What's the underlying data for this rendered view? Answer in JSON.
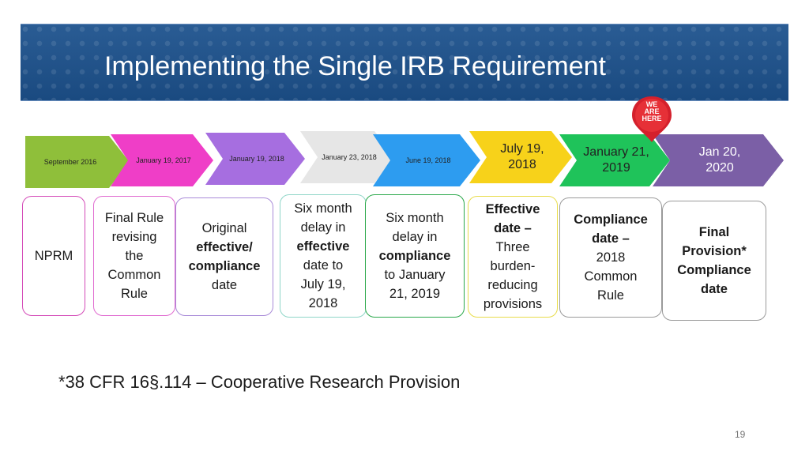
{
  "header": {
    "title": "Implementing the Single IRB Requirement"
  },
  "marker": {
    "line1": "WE",
    "line2": "ARE",
    "line3": "HERE"
  },
  "timeline": [
    {
      "date": "September 2016",
      "color": "#8fbf3a"
    },
    {
      "date": "January 19, 2017",
      "color": "#ef3ec7"
    },
    {
      "date": "January 19, 2018",
      "color": "#a66ee0"
    },
    {
      "date": "January 23, 2018",
      "color": "#e6e6e6"
    },
    {
      "date": "June 19, 2018",
      "color": "#2d9cf0"
    },
    {
      "date": "July 19, 2018",
      "color": "#f7d21a"
    },
    {
      "date": "January 21, 2019",
      "color": "#1fc35a"
    },
    {
      "date": "Jan 20, 2020",
      "color": "#7b5fa6"
    }
  ],
  "cards": [
    {
      "border": "#d44ab8",
      "lines": [
        {
          "t": "NPRM",
          "b": false
        }
      ]
    },
    {
      "border": "#e06ad0",
      "lines": [
        {
          "t": "Final Rule",
          "b": false
        },
        {
          "t": "revising",
          "b": false
        },
        {
          "t": "the",
          "b": false
        },
        {
          "t": "Common",
          "b": false
        },
        {
          "t": "Rule",
          "b": false
        }
      ]
    },
    {
      "border": "#a98bd8",
      "lines": [
        {
          "t": "Original",
          "b": false
        },
        {
          "t": "effective/",
          "b": true
        },
        {
          "t": "compliance",
          "b": true
        },
        {
          "t": "date",
          "b": false
        }
      ]
    },
    {
      "border": "#8fd6c8",
      "lines": [
        {
          "t": "Six month",
          "b": false
        },
        {
          "t": "delay in",
          "b": false
        },
        {
          "t": "effective",
          "b": true
        },
        {
          "t": "date to",
          "b": false
        },
        {
          "t": "July 19,",
          "b": false
        },
        {
          "t": "2018",
          "b": false
        }
      ]
    },
    {
      "border": "#2aa84a",
      "lines": [
        {
          "t": "Six month",
          "b": false
        },
        {
          "t": "delay in",
          "b": false
        },
        {
          "t": "compliance",
          "b": true
        },
        {
          "t": "to January",
          "b": false
        },
        {
          "t": "21, 2019",
          "b": false
        }
      ]
    },
    {
      "border": "#e8dc4a",
      "lines": [
        {
          "t": "Effective",
          "b": true
        },
        {
          "t": "date –",
          "b": true
        },
        {
          "t": "Three",
          "b": false
        },
        {
          "t": "burden-",
          "b": false
        },
        {
          "t": "reducing",
          "b": false
        },
        {
          "t": "provisions",
          "b": false
        }
      ]
    },
    {
      "border": "#9a9a9a",
      "lines": [
        {
          "t": "Compliance",
          "b": true
        },
        {
          "t": "date –",
          "b": true
        },
        {
          "t": "2018",
          "b": false
        },
        {
          "t": "Common",
          "b": false
        },
        {
          "t": "Rule",
          "b": false
        }
      ]
    },
    {
      "border": "#9a9a9a",
      "lines": [
        {
          "t": "Final",
          "b": true
        },
        {
          "t": "Provision*",
          "b": true
        },
        {
          "t": "Compliance",
          "b": true
        },
        {
          "t": "date",
          "b": true
        }
      ]
    }
  ],
  "footnote": "*38 CFR 16§.114 – Cooperative Research Provision",
  "page_number": "19"
}
